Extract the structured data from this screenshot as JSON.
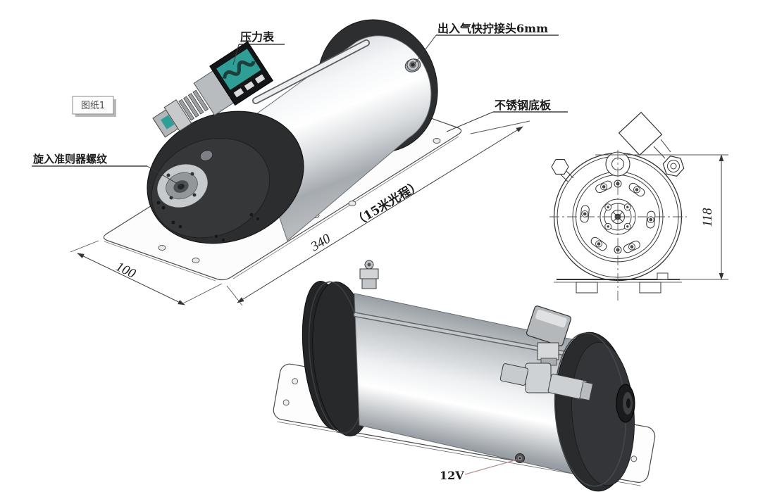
{
  "drawing": {
    "type": "engineering-cad-drawing",
    "subject": "gas-cell-with-pressure-gauge",
    "labels": {
      "pressure_gauge": "压力表",
      "gas_port": "出入气快拧接头6mm",
      "sheet_tag": "图纸1",
      "base_plate": "不锈钢底板",
      "collimator_thread": "旋入准则器螺纹",
      "power": "12V"
    },
    "dimensions": {
      "plate_width": "100",
      "optical_length": "340",
      "optical_length_note": "（15米光程）",
      "height": "118"
    },
    "colors": {
      "background": "#ffffff",
      "line": "#333333",
      "flange_dark": "#2a2c2e",
      "flange_face": "#353739",
      "cylinder_highlight": "#ffffff",
      "cylinder_shadow": "#9aa0a5",
      "hub_silver": "#c7cacd",
      "gauge_screen_teal": "#2f9e97",
      "gauge_body_gray": "#b9bcbe",
      "leader_red": "#bc9292"
    }
  }
}
